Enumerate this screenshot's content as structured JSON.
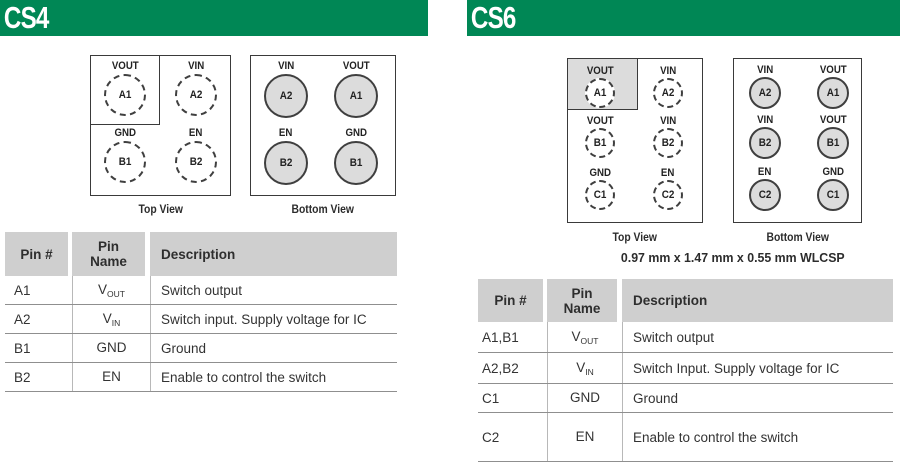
{
  "colors": {
    "green": "#008755",
    "pad_gray": "#dcdcdc",
    "header_gray": "#cfcfcf",
    "line_dark": "#3a3a3a",
    "row_line": "#8f8f8f",
    "col_line": "#b8b8b8",
    "text": "#333333"
  },
  "cs4": {
    "title": "CS4",
    "top_view": {
      "caption": "Top View",
      "pins": [
        {
          "id": "A1",
          "label": "VOUT"
        },
        {
          "id": "A2",
          "label": "VIN"
        },
        {
          "id": "B1",
          "label": "GND"
        },
        {
          "id": "B2",
          "label": "EN"
        }
      ]
    },
    "bottom_view": {
      "caption": "Bottom View",
      "pins": [
        {
          "id": "A2",
          "label": "VIN"
        },
        {
          "id": "A1",
          "label": "VOUT"
        },
        {
          "id": "B2",
          "label": "EN"
        },
        {
          "id": "B1",
          "label": "GND"
        }
      ]
    },
    "table": {
      "headers": [
        "Pin #",
        "Pin Name",
        "Description"
      ],
      "rows": [
        {
          "pin": "A1",
          "sym": "V",
          "sub": "OUT",
          "desc": "Switch output"
        },
        {
          "pin": "A2",
          "sym": "V",
          "sub": "IN",
          "desc": "Switch input. Supply voltage for IC"
        },
        {
          "pin": "B1",
          "sym": "GND",
          "sub": "",
          "desc": "Ground"
        },
        {
          "pin": "B2",
          "sym": "EN",
          "sub": "",
          "desc": "Enable to control the switch"
        }
      ]
    }
  },
  "cs6": {
    "title": "CS6",
    "top_view": {
      "caption": "Top View",
      "pins": [
        {
          "id": "A1",
          "label": "VOUT"
        },
        {
          "id": "A2",
          "label": "VIN"
        },
        {
          "id": "B1",
          "label": "VOUT"
        },
        {
          "id": "B2",
          "label": "VIN"
        },
        {
          "id": "C1",
          "label": "GND"
        },
        {
          "id": "C2",
          "label": "EN"
        }
      ]
    },
    "bottom_view": {
      "caption": "Bottom View",
      "pins": [
        {
          "id": "A2",
          "label": "VIN"
        },
        {
          "id": "A1",
          "label": "VOUT"
        },
        {
          "id": "B2",
          "label": "VIN"
        },
        {
          "id": "B1",
          "label": "VOUT"
        },
        {
          "id": "C2",
          "label": "EN"
        },
        {
          "id": "C1",
          "label": "GND"
        }
      ]
    },
    "package_note": "0.97 mm x 1.47 mm x 0.55 mm WLCSP",
    "table": {
      "headers": [
        "Pin #",
        "Pin Name",
        "Description"
      ],
      "rows": [
        {
          "pin": "A1,B1",
          "sym": "V",
          "sub": "OUT",
          "desc": "Switch output"
        },
        {
          "pin": "A2,B2",
          "sym": "V",
          "sub": "IN",
          "desc": "Switch Input. Supply voltage for IC"
        },
        {
          "pin": "C1",
          "sym": "GND",
          "sub": "",
          "desc": "Ground"
        },
        {
          "pin": "C2",
          "sym": "EN",
          "sub": "",
          "desc": "Enable to control the switch"
        }
      ]
    }
  }
}
